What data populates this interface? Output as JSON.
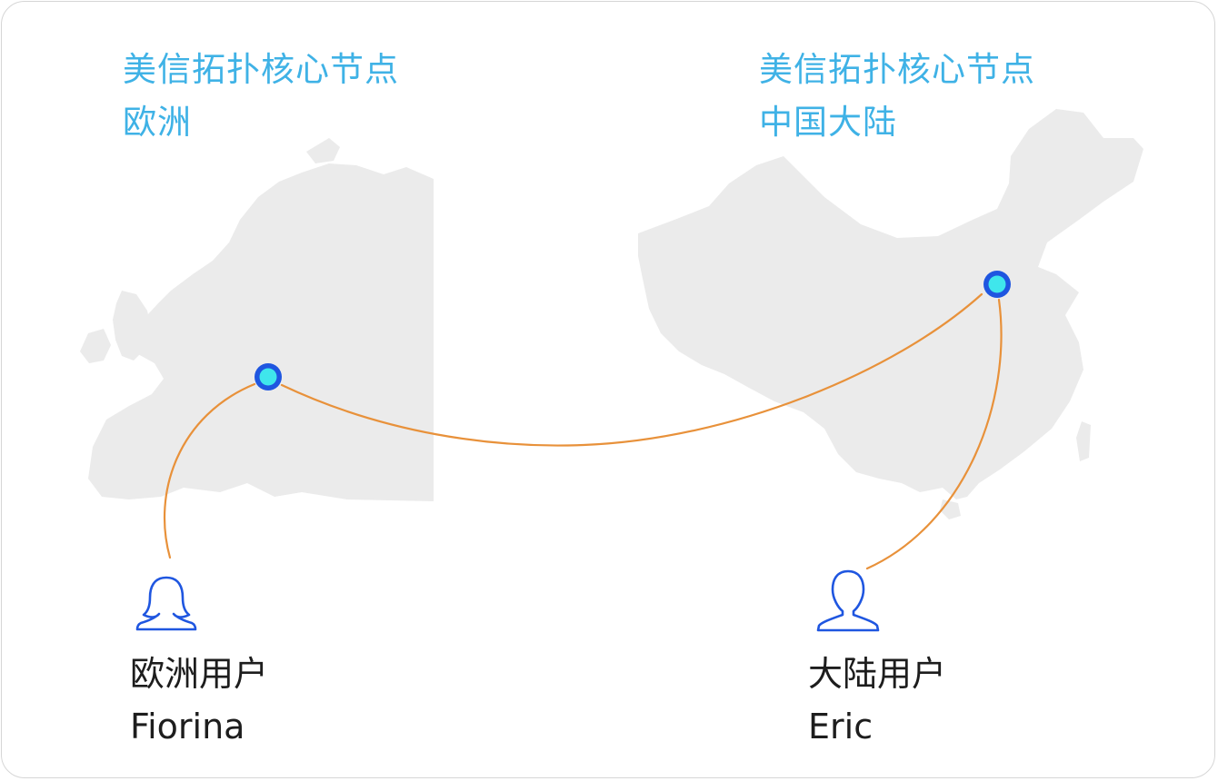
{
  "nodes": {
    "europe": {
      "title": "美信拓扑核心节点",
      "region": "欧洲"
    },
    "china": {
      "title": "美信拓扑核心节点",
      "region": "中国大陆"
    }
  },
  "users": {
    "europe": {
      "label": "欧洲用户",
      "name": "Fiorina",
      "icon": "female-user-icon"
    },
    "china": {
      "label": "大陆用户",
      "name": "Eric",
      "icon": "male-user-icon"
    }
  },
  "colors": {
    "node_label": "#3fb2e6",
    "map_fill": "#ebebeb",
    "connection_line": "#e8913a",
    "node_ring": "#1f56e0",
    "node_core": "#3fe6ec",
    "user_icon": "#1f56e0",
    "user_text": "#1d1d1d"
  }
}
